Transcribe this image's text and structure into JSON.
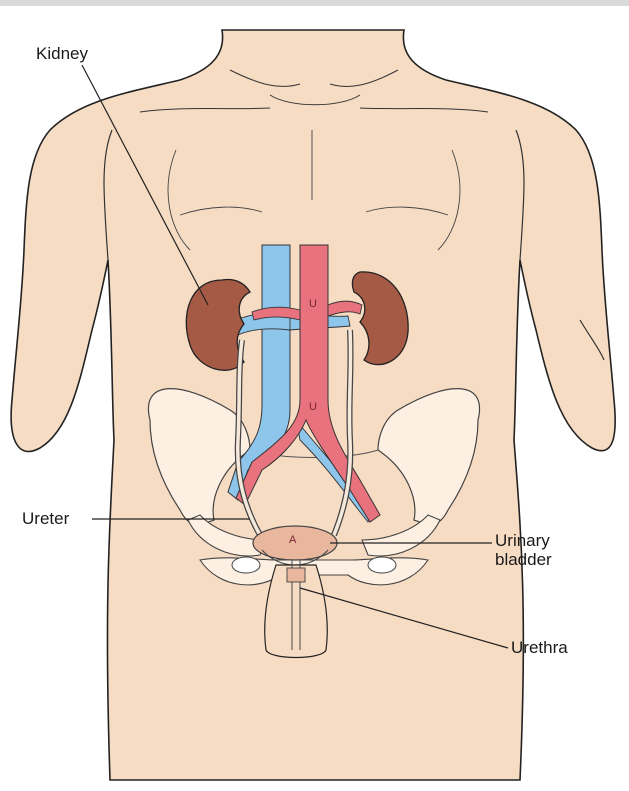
{
  "labels": {
    "kidney": "Kidney",
    "ureter": "Ureter",
    "bladder_line1": "Urinary",
    "bladder_line2": "bladder",
    "urethra": "Urethra"
  },
  "vessel_marks": {
    "upper": "U",
    "lower": "U",
    "bladder": "A"
  },
  "colors": {
    "skin": "#f7dcc4",
    "outline": "#222222",
    "kidney": "#a45a44",
    "vein": "#8ec5ea",
    "artery": "#e8737f",
    "pelvis": "#fdf0e2",
    "bladder": "#e9b79d"
  }
}
